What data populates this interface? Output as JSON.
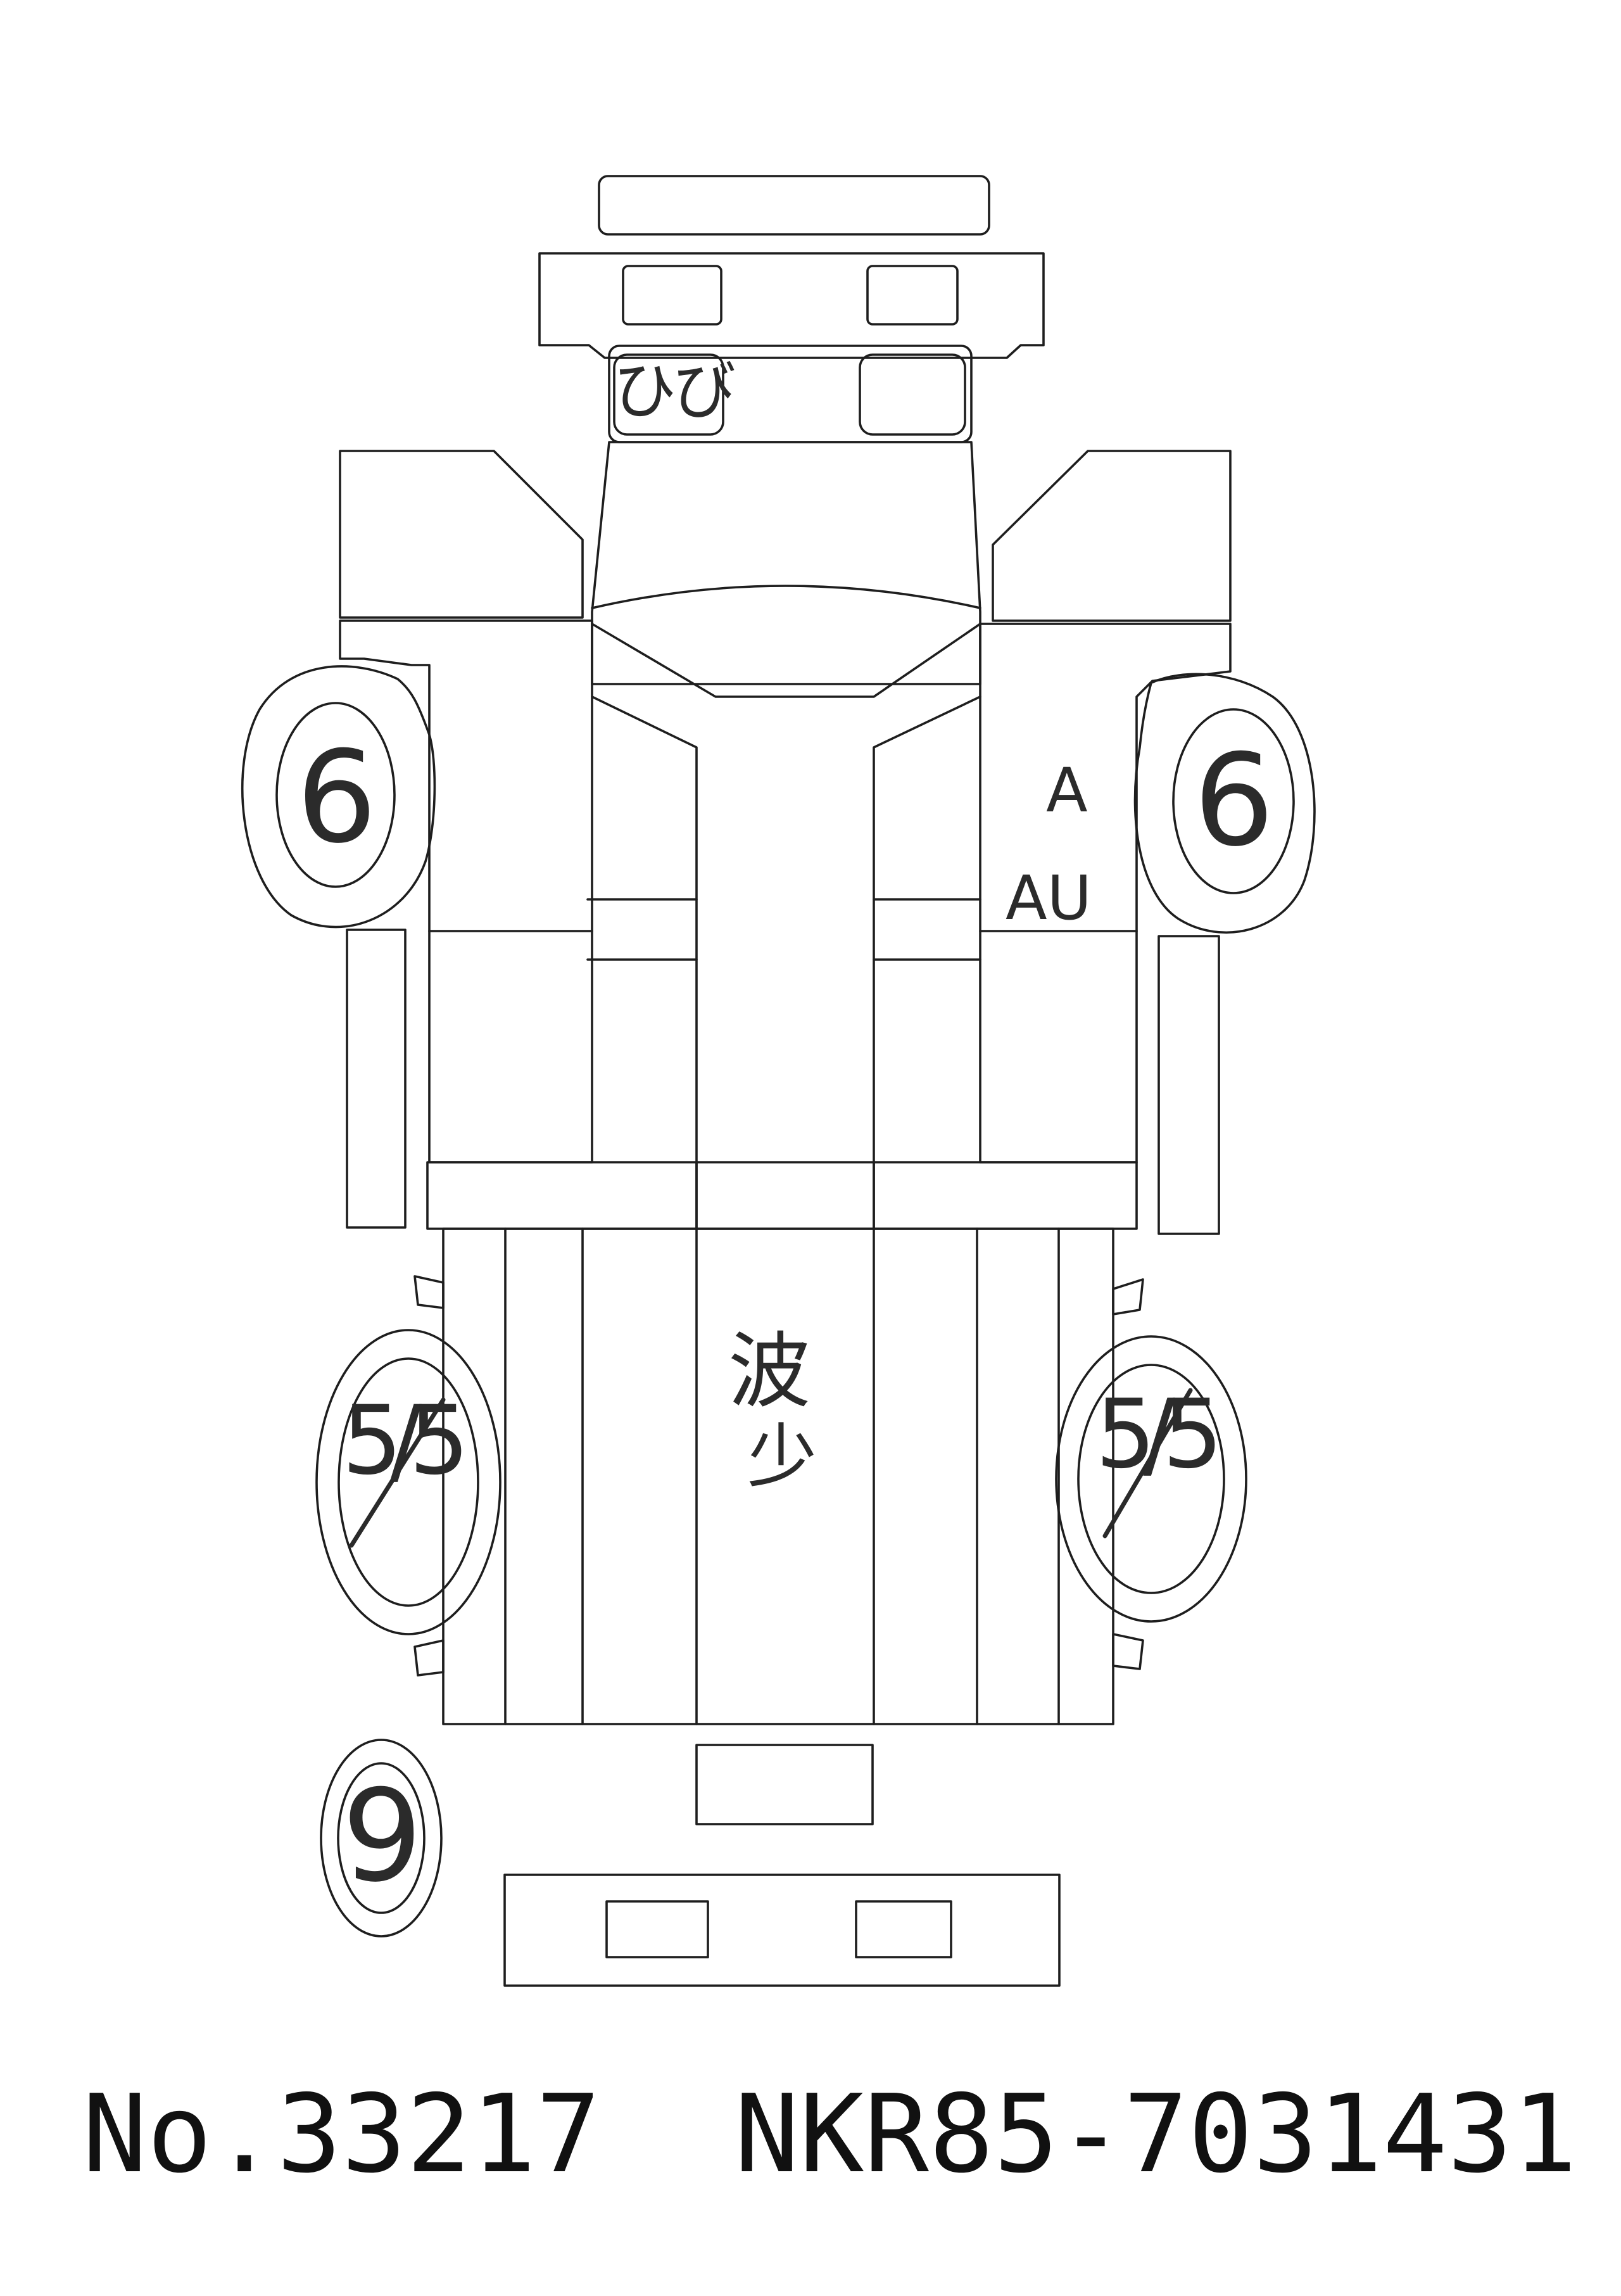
{
  "footer": {
    "number": "No.33217",
    "chassis": "NKR85-7031431"
  },
  "marks": {
    "windshield": "ひび",
    "tire_front_left": "6",
    "tire_front_right": "6",
    "tire_rear_left": "5/5",
    "tire_rear_right": "5/5",
    "spare_tire": "9",
    "right_door_upper": "A",
    "right_door_lower": "AU",
    "cargo_bed_line1": "波",
    "cargo_bed_line2": "少"
  }
}
